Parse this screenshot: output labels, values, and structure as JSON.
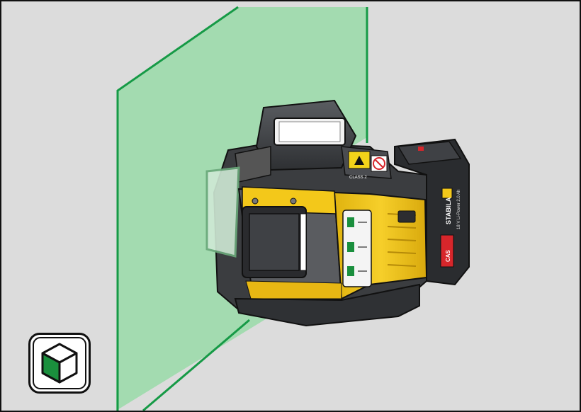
{
  "illustration": {
    "product": {
      "brand_text": "STABILA",
      "battery_text": "18 V Li-Power 2.0 Ah",
      "system_text": "CAS",
      "laser_class_text": "CLASS 2"
    },
    "mode_icon": "3d-cube-icon",
    "colors": {
      "background": "#dcdcdc",
      "laser_plane": "#a3dbb0",
      "laser_line": "#169a46",
      "housing_dark": "#3b3d40",
      "housing_yellow": "#f3c81a",
      "battery_accent": "#d7262b"
    }
  }
}
